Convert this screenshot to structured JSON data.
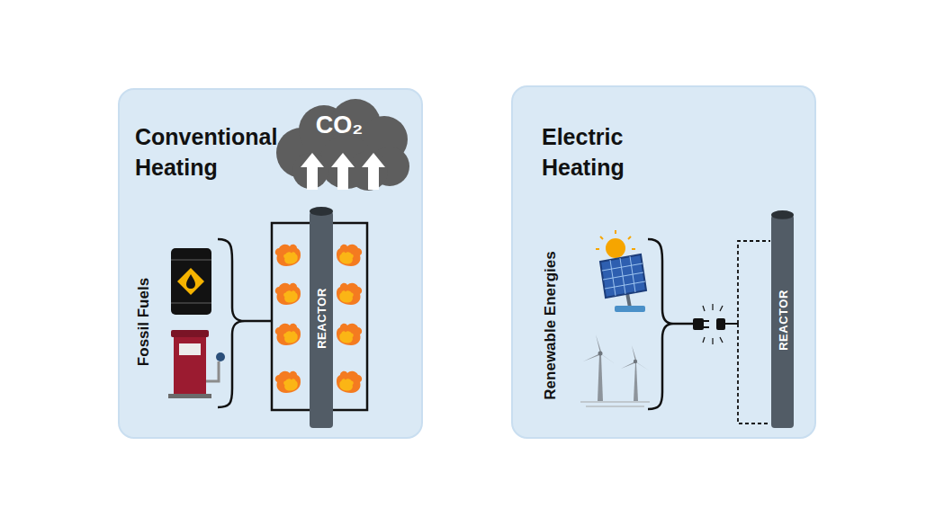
{
  "diagram": {
    "nodes": [
      {
        "text": [
          "Conventional Heating"
        ]
      },
      {
        "text": [
          "CO₂"
        ],
        "in": 0
      },
      {
        "text": [
          "REACTOR"
        ],
        "in": 0
      },
      {
        "text": [
          "Electric Heating"
        ]
      },
      {
        "text": [
          "REACTOR"
        ],
        "in": 3
      }
    ],
    "labels": [
      "Fossil Fuels",
      "Renewable Energies"
    ]
  }
}
